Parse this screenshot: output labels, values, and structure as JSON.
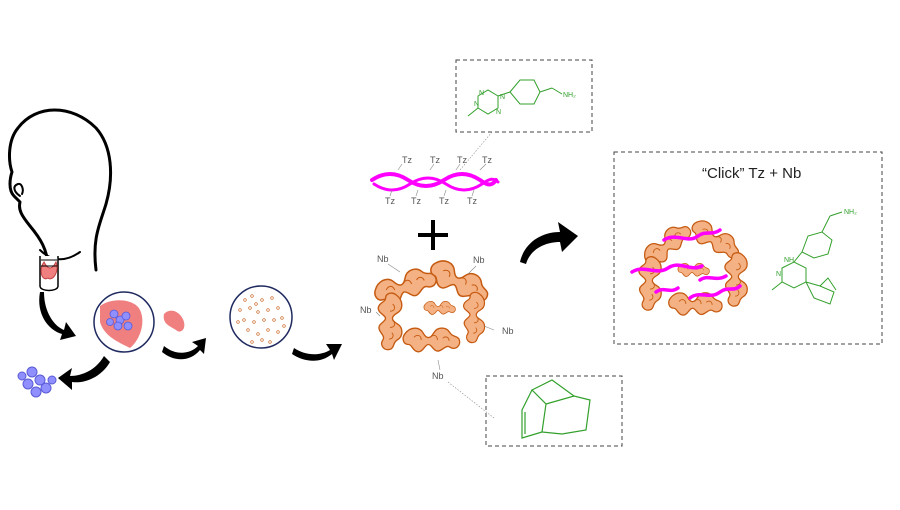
{
  "colors": {
    "nanoparticle_fill": "#f4b183",
    "nanoparticle_stroke": "#c55a11",
    "polymer": "#ff00ff",
    "chemistry": "#33a02c",
    "tissue": "#f08080",
    "cells": "#8f8fff",
    "arrow": "#000000",
    "box_border": "#444444"
  },
  "icons": {
    "head": "human-head-profile-icon",
    "thyroid": "thyroid-gland-icon",
    "tissue": "tissue-dish-icon",
    "particles": "particle-dish-icon",
    "arrow": "curved-arrow-icon",
    "plus": "plus-icon"
  },
  "polymer": {
    "labels": [
      "Tz",
      "Tz",
      "Tz",
      "Tz",
      "Tz",
      "Tz",
      "Tz",
      "Tz"
    ]
  },
  "assembly": {
    "labels": [
      "Nb",
      "Nb",
      "Nb",
      "Nb",
      "Nb"
    ]
  },
  "tetrazine": {
    "atoms": [
      "N",
      "N",
      "N",
      "N"
    ],
    "amine": "NH₂"
  },
  "product": {
    "title": "“Click” Tz + Nb",
    "atoms": [
      "N",
      "NH"
    ],
    "amine": "NH₂"
  }
}
